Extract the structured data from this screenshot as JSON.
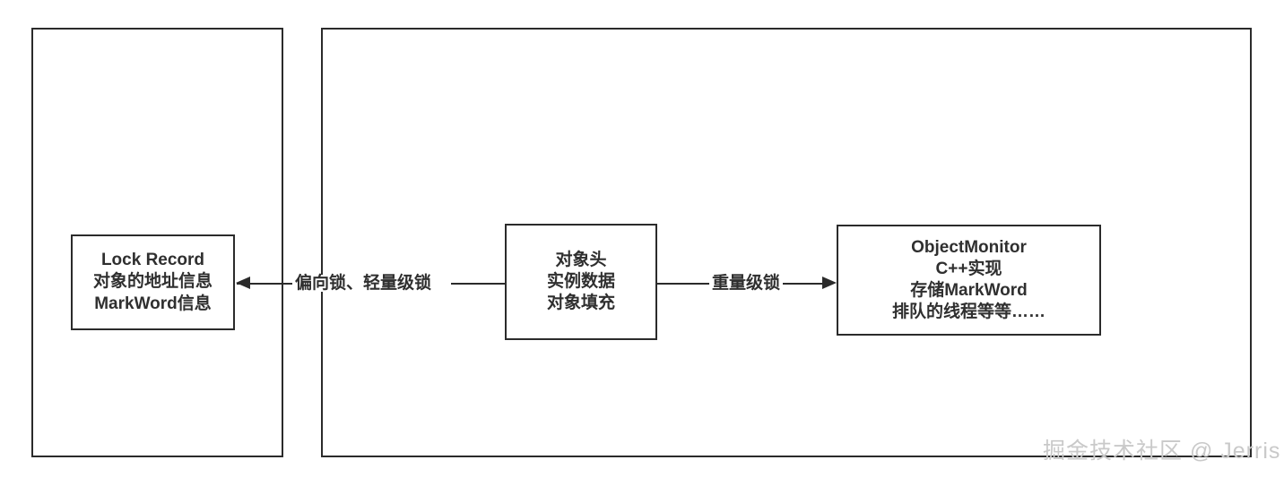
{
  "diagram": {
    "containers": [
      {
        "name": "lock-record-region",
        "label": ""
      },
      {
        "name": "object-region",
        "label": ""
      }
    ],
    "nodes": {
      "lock_record": {
        "id": "lock-record",
        "lines": [
          "Lock Record",
          "对象的地址信息",
          "MarkWord信息"
        ]
      },
      "object": {
        "id": "object-layout",
        "lines": [
          "对象头",
          "实例数据",
          "对象填充"
        ]
      },
      "monitor": {
        "id": "object-monitor",
        "lines": [
          "ObjectMonitor",
          "C++实现",
          "存储MarkWord",
          "排队的线程等等……"
        ]
      }
    },
    "edges": [
      {
        "id": "edge-biased-lightweight",
        "label": "偏向锁、轻量级锁",
        "from": "object-layout",
        "to": "lock-record",
        "direction": "left"
      },
      {
        "id": "edge-heavyweight",
        "label": "重量级锁",
        "from": "object-layout",
        "to": "object-monitor",
        "direction": "right"
      }
    ],
    "watermark": "掘金技术社区 @ Jerris",
    "colors": {
      "stroke": "#2b2b2b",
      "text": "#2f2f2f",
      "watermark": "#c9c9c9",
      "background": "#ffffff"
    }
  }
}
